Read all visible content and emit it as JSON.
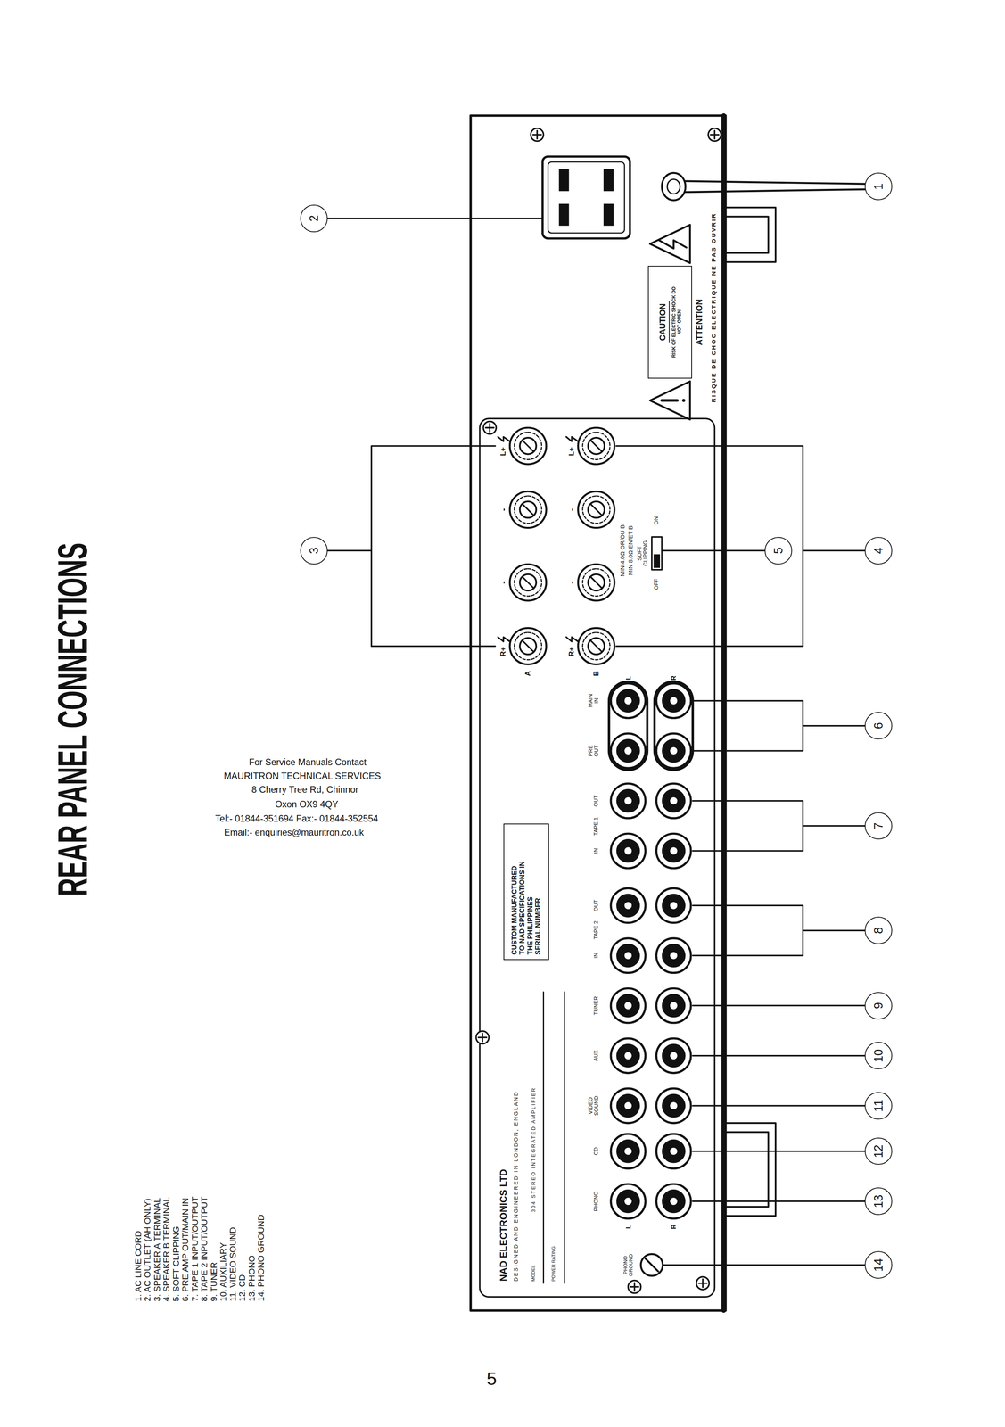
{
  "diagram": {
    "title": "REAR PANEL CONNECTIONS",
    "nodes": [
      {
        "text": [
          "1"
        ]
      },
      {
        "text": [
          "2"
        ]
      },
      {
        "text": [
          "3"
        ]
      },
      {
        "text": [
          "4"
        ]
      },
      {
        "text": [
          "5"
        ]
      },
      {
        "text": [
          "6"
        ]
      },
      {
        "text": [
          "7"
        ]
      },
      {
        "text": [
          "8"
        ]
      },
      {
        "text": [
          "9"
        ]
      },
      {
        "text": [
          "10"
        ]
      },
      {
        "text": [
          "11"
        ]
      },
      {
        "text": [
          "12"
        ]
      },
      {
        "text": [
          "13"
        ]
      },
      {
        "text": [
          "14"
        ]
      },
      {
        "text": [
          "CAUTION",
          "RISK OF ELECTRIC SHOCK DO NOT OPEN"
        ]
      },
      {
        "text": [
          "CUSTOM MANUFACTURED TO NAD SPECIFICATIONS IN THE PHILIPPINES",
          "SERIAL NUMBER"
        ]
      }
    ],
    "labels": [
      "1. AC LINE CORD",
      "2. AC OUTLET (AH ONLY)",
      "3. SPEAKER A TERMINAL",
      "4. SPEAKER B TERMINAL",
      "5. SOFT CLIPPING",
      "6. PRE AMP OUT/MAIN IN",
      "7. TAPE 1 INPUT/OUTPUT",
      "8. TAPE 2 INPUT/OUTPUT",
      "9. TUNER",
      "10. AUXILIARY",
      "11. VIDEO SOUND",
      "12. CD",
      "13. PHONO",
      "14. PHONO GROUND",
      "For Service Manuals Contact",
      "MAURITRON TECHNICAL SERVICES",
      "8 Cherry Tree Rd, Chinnor",
      "Oxon OX9 4QY",
      "Tel:- 01844-351694 Fax:- 01844-352554",
      "Email:- enquiries@mauritron.co.uk",
      "5",
      "A",
      "R+",
      "-",
      "-",
      "L+",
      "B",
      "R+",
      "-",
      "-",
      "L+",
      "MIN 4.0Ω OR/OU B",
      "MIN 8.0Ω EN/ET B",
      "SOFT CLIPPING",
      "OFF",
      "ON",
      "L",
      "R",
      "MAIN IN",
      "PRE OUT",
      "OUT",
      "TAPE 1",
      "IN",
      "OUT",
      "TAPE 2",
      "IN",
      "TUNER",
      "AUX",
      "VIDEO SOUND",
      "CD",
      "PHONO",
      "L",
      "R",
      "PHONO GROUND",
      "NAD ELECTRONICS LTD",
      "DESIGNED AND ENGINEERED IN LONDON, ENGLAND",
      "MODEL",
      "304 STEREO INTEGRATED AMPLIFIER",
      "POWER RATING",
      "ATTENTION",
      "RISQUE DE CHOC ELECTRIQUE NE PAS OUVRIR"
    ]
  }
}
